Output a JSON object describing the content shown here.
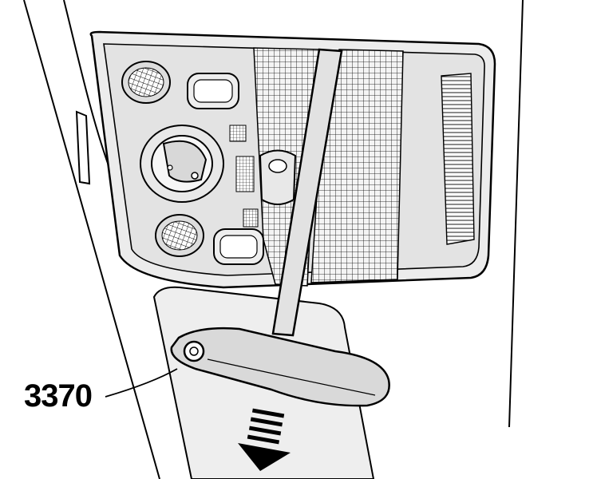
{
  "callout": {
    "part_number": "3370"
  },
  "icons": [
    "overhead-console",
    "reading-lamp",
    "rotary-switch",
    "removal-tool",
    "pull-direction-arrow"
  ],
  "colors": {
    "line": "#000000",
    "panel": "#e6e6e6",
    "tool": "#d9d9d9",
    "background": "#ffffff"
  }
}
